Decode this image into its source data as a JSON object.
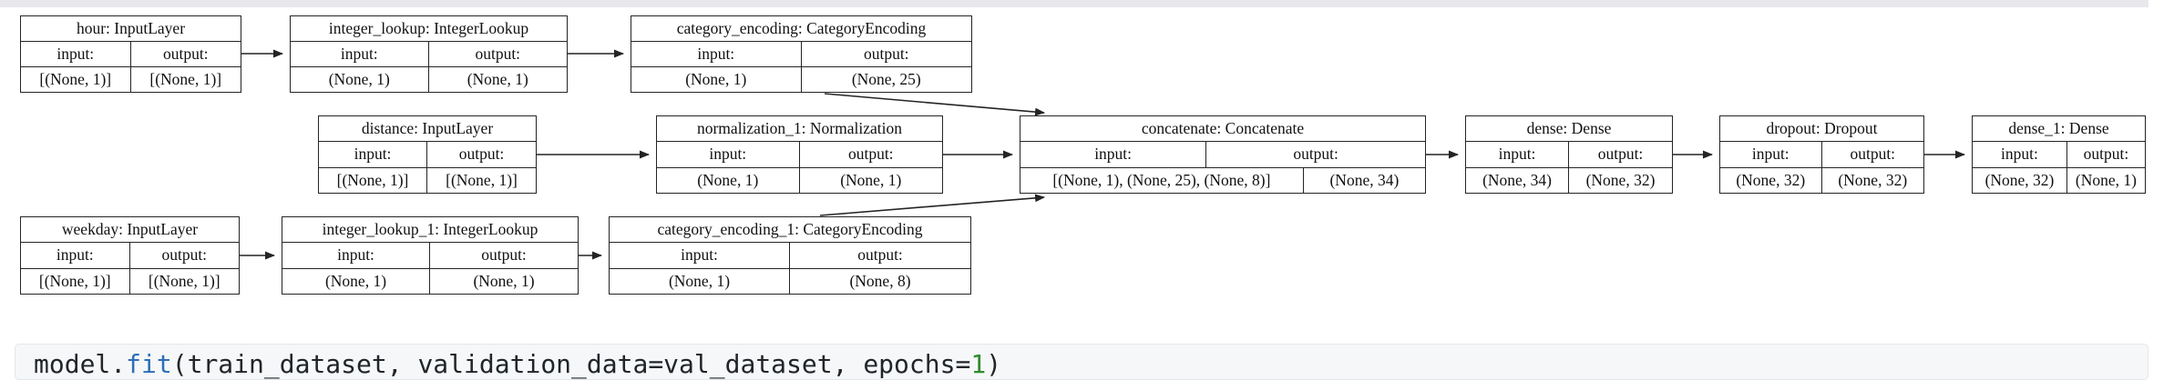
{
  "diagram": {
    "boxes": [
      {
        "id": "hour",
        "title": "hour: InputLayer",
        "input_label": "input:",
        "output_label": "output:",
        "input": "[(None, 1)]",
        "output": "[(None, 1)]"
      },
      {
        "id": "integer_lookup",
        "title": "integer_lookup: IntegerLookup",
        "input_label": "input:",
        "output_label": "output:",
        "input": "(None, 1)",
        "output": "(None, 1)"
      },
      {
        "id": "category_encoding",
        "title": "category_encoding: CategoryEncoding",
        "input_label": "input:",
        "output_label": "output:",
        "input": "(None, 1)",
        "output": "(None, 25)"
      },
      {
        "id": "distance",
        "title": "distance: InputLayer",
        "input_label": "input:",
        "output_label": "output:",
        "input": "[(None, 1)]",
        "output": "[(None, 1)]"
      },
      {
        "id": "normalization_1",
        "title": "normalization_1: Normalization",
        "input_label": "input:",
        "output_label": "output:",
        "input": "(None, 1)",
        "output": "(None, 1)"
      },
      {
        "id": "concatenate",
        "title": "concatenate: Concatenate",
        "input_label": "input:",
        "output_label": "output:",
        "input": "[(None, 1), (None, 25), (None, 8)]",
        "output": "(None, 34)"
      },
      {
        "id": "dense",
        "title": "dense: Dense",
        "input_label": "input:",
        "output_label": "output:",
        "input": "(None, 34)",
        "output": "(None, 32)"
      },
      {
        "id": "dropout",
        "title": "dropout: Dropout",
        "input_label": "input:",
        "output_label": "output:",
        "input": "(None, 32)",
        "output": "(None, 32)"
      },
      {
        "id": "dense_1",
        "title": "dense_1: Dense",
        "input_label": "input:",
        "output_label": "output:",
        "input": "(None, 32)",
        "output": "(None, 1)"
      },
      {
        "id": "weekday",
        "title": "weekday: InputLayer",
        "input_label": "input:",
        "output_label": "output:",
        "input": "[(None, 1)]",
        "output": "[(None, 1)]"
      },
      {
        "id": "integer_lookup_1",
        "title": "integer_lookup_1: IntegerLookup",
        "input_label": "input:",
        "output_label": "output:",
        "input": "(None, 1)",
        "output": "(None, 1)"
      },
      {
        "id": "category_encoding_1",
        "title": "category_encoding_1: CategoryEncoding",
        "input_label": "input:",
        "output_label": "output:",
        "input": "(None, 1)",
        "output": "(None, 8)"
      }
    ]
  },
  "code_cell": {
    "prefix": "model.",
    "method": "fit",
    "middle": "(train_dataset, validation_data=val_dataset, epochs=",
    "number": "1",
    "suffix": ")",
    "method_color": "#2d6fb7",
    "number_color": "#2e8b2e"
  }
}
